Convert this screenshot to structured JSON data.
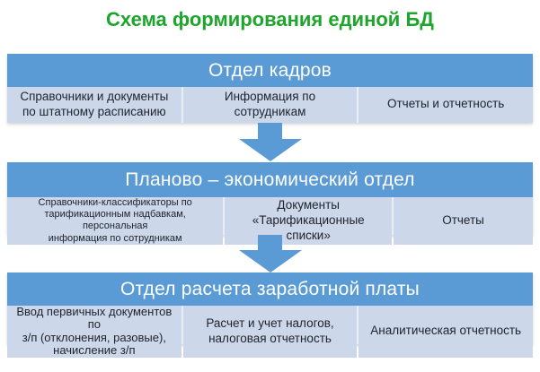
{
  "title": "Схема формирования единой БД",
  "blocks": [
    {
      "header": "Отдел кадров",
      "cells": [
        "Справочники и документы\nпо штатному расписанию",
        "Информация по\nсотрудникам",
        "Отчеты и отчетность"
      ]
    },
    {
      "header": "Планово – экономический отдел",
      "cells": [
        "Справочники-классификаторы по\nтарификационным надбавкам, персональная\nинформация по сотрудникам",
        "Документы\n«Тарификационные списки»",
        "Отчеты"
      ]
    },
    {
      "header": "Отдел расчета заработной платы",
      "cells": [
        "Ввод первичных документов по\nз/п (отклонения, разовые),\nначисление з/п",
        "Расчет и учет налогов,\nналоговая отчетность",
        "Аналитическая отчетность"
      ]
    }
  ],
  "colors": {
    "title_green": "#1ea52d",
    "header_blue": "#5b9bd5",
    "header_text": "#ffffff",
    "cell_blue": "#ccd8ea",
    "cell_text": "#20242e",
    "divider": "#e9eef6",
    "arrow_blue": "#5b9bd5"
  }
}
